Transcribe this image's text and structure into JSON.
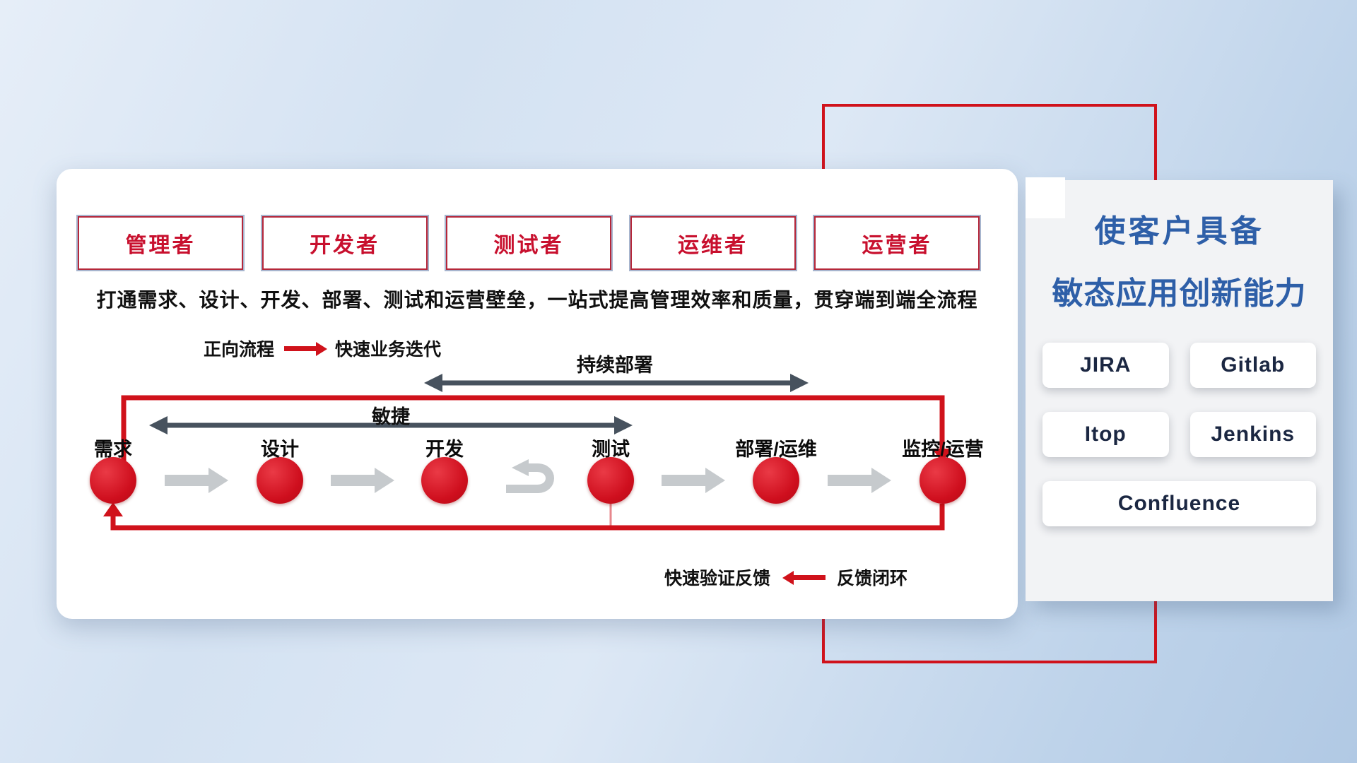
{
  "roles": [
    {
      "label": "管理者"
    },
    {
      "label": "开发者"
    },
    {
      "label": "测试者"
    },
    {
      "label": "运维者"
    },
    {
      "label": "运营者"
    }
  ],
  "description": "打通需求、设计、开发、部署、测试和运营壁垒，一站式提高管理效率和质量，贯穿端到端全流程",
  "legend": {
    "forward_label": "正向流程",
    "forward_value": "快速业务迭代",
    "feedback_label": "快速验证反馈",
    "feedback_value": "反馈闭环"
  },
  "flow": {
    "continuous_deploy_label": "持续部署",
    "agile_label": "敏捷",
    "stages": [
      {
        "label": "需求"
      },
      {
        "label": "设计"
      },
      {
        "label": "开发"
      },
      {
        "label": "测试"
      },
      {
        "label": "部署/运维"
      },
      {
        "label": "监控/运营"
      }
    ]
  },
  "side_panel": {
    "title_line1": "使客户具备",
    "title_line2": "敏态应用创新能力",
    "tools": [
      "JIRA",
      "Gitlab",
      "Itop",
      "Jenkins",
      "Confluence"
    ]
  },
  "colors": {
    "accent_red": "#d0121b",
    "role_red": "#c8102e",
    "title_blue": "#2e5fa8",
    "arrow_gray": "#c6cacd",
    "dark_arrow": "#47525e"
  }
}
